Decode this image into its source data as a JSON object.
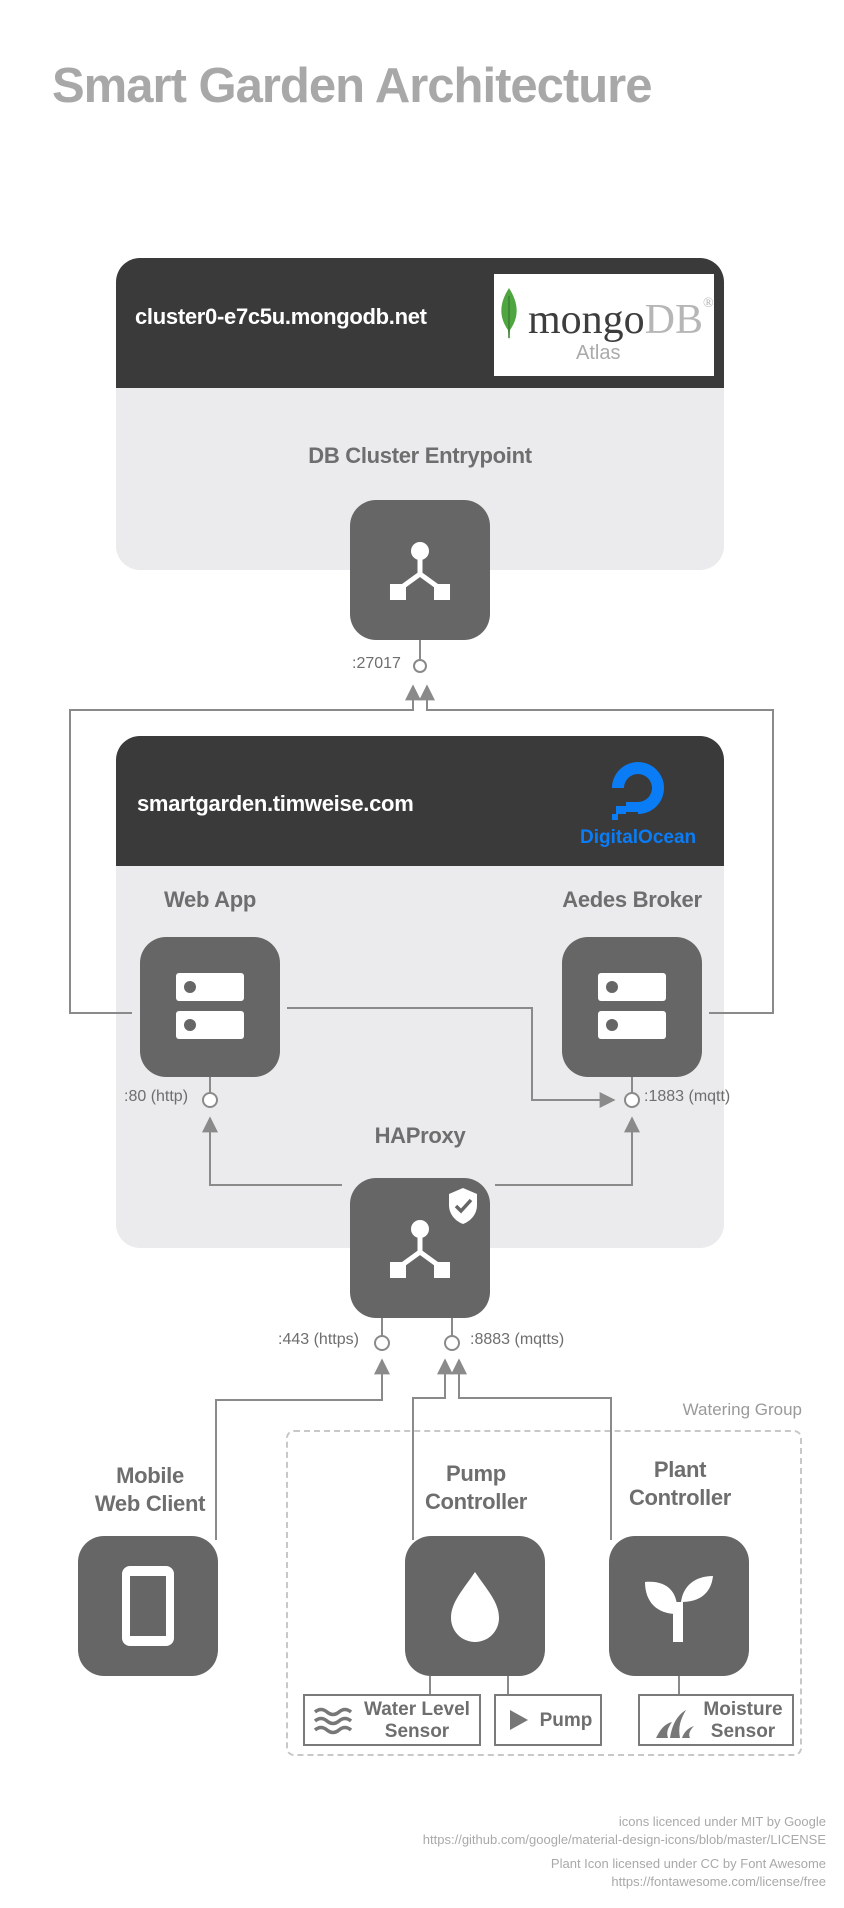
{
  "title": "Smart Garden Architecture",
  "mongo_panel": {
    "host": "cluster0-e7c5u.mongodb.net",
    "logo_word_mongo": "mongo",
    "logo_word_db": "DB",
    "logo_registered": "®",
    "logo_subtitle": "Atlas",
    "service_label": "DB Cluster Entrypoint",
    "port": ":27017"
  },
  "do_panel": {
    "host": "smartgarden.timweise.com",
    "logo_text": "DigitalOcean",
    "webapp_label": "Web App",
    "broker_label": "Aedes Broker",
    "webapp_port": ":80 (http)",
    "broker_port": ":1883 (mqtt)",
    "proxy_label": "HAProxy",
    "proxy_port_https": ":443 (https)",
    "proxy_port_mqtts": ":8883 (mqtts)"
  },
  "clients": {
    "mobile_line1": "Mobile",
    "mobile_line2": "Web Client",
    "group_label": "Watering Group",
    "pump_line1": "Pump",
    "pump_line2": "Controller",
    "plant_line1": "Plant",
    "plant_line2": "Controller",
    "water_level_line1": "Water Level",
    "water_level_line2": "Sensor",
    "pump_chip": "Pump",
    "moisture_line1": "Moisture",
    "moisture_line2": "Sensor"
  },
  "credits": {
    "line1": "icons licenced under MIT by Google",
    "line2": "https://github.com/google/material-design-icons/blob/master/LICENSE",
    "line3": "Plant Icon licensed under CC by Font Awesome",
    "line4": "https://fontawesome.com/license/free"
  },
  "colors": {
    "panel_bg": "#ebebed",
    "panel_header": "#3a3a3a",
    "tile": "#666666",
    "line": "#8a8a8a",
    "text_gray": "#6e6e6e",
    "title_gray": "#a8a8a8",
    "digitalocean_blue": "#0a7cf6",
    "mongodb_green": "#4fa640"
  },
  "icons": [
    "hub-icon",
    "server-icon",
    "shield-check-icon",
    "phone-icon",
    "water-drop-icon",
    "seedling-icon",
    "waves-icon",
    "play-icon",
    "grass-icon",
    "mongodb-leaf-icon",
    "digitalocean-logo-icon"
  ]
}
